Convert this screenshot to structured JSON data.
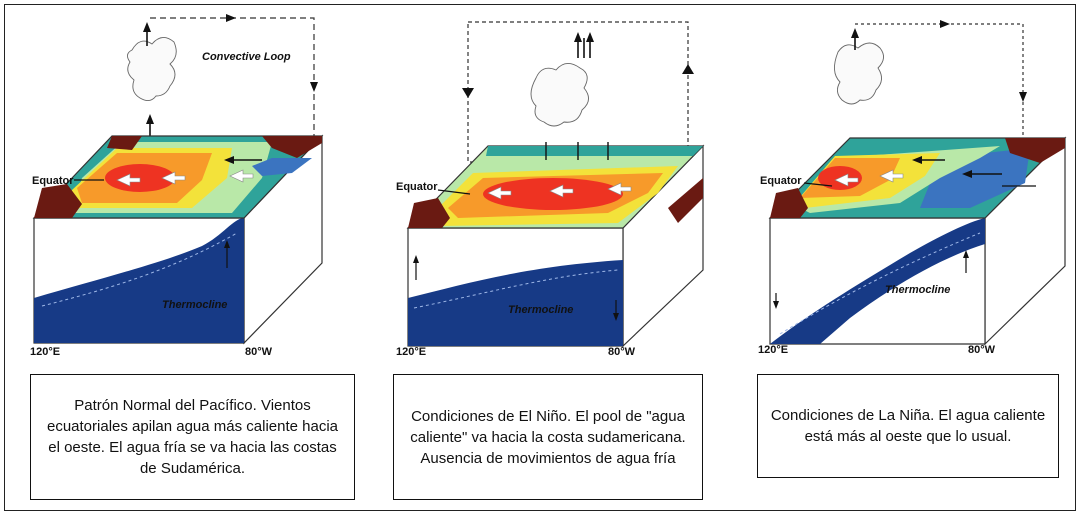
{
  "panels": [
    {
      "id": "normal",
      "loop_label": "Convective Loop",
      "equator_label": "Equator",
      "thermocline_label": "Thermocline",
      "west_label": "120°E",
      "east_label": "80°W",
      "caption": "Patrón Normal del Pacífico. Vientos ecuatoriales apilan agua más caliente hacia el oeste. El agua fría se va hacia las costas de Sudamérica."
    },
    {
      "id": "el-nino",
      "equator_label": "Equator",
      "thermocline_label": "Thermocline",
      "west_label": "120°E",
      "east_label": "80°W",
      "caption": "Condiciones de El Niño. El pool de \"agua caliente\" va hacia la costa sudamericana. Ausencia de movimientos de agua fría"
    },
    {
      "id": "la-nina",
      "equator_label": "Equator",
      "thermocline_label": "Thermocline",
      "west_label": "120°E",
      "east_label": "80°W",
      "caption": "Condiciones de La Niña. El agua caliente está más al oeste que lo usual."
    }
  ],
  "colors": {
    "deep_water": "#173a86",
    "land": "#6a1a12",
    "warm_red": "#ee3322",
    "warm_orange": "#f79a2a",
    "yellow": "#f3e23a",
    "light_green": "#b9e8a8",
    "teal": "#2fa39a",
    "blue": "#3b74c0"
  }
}
